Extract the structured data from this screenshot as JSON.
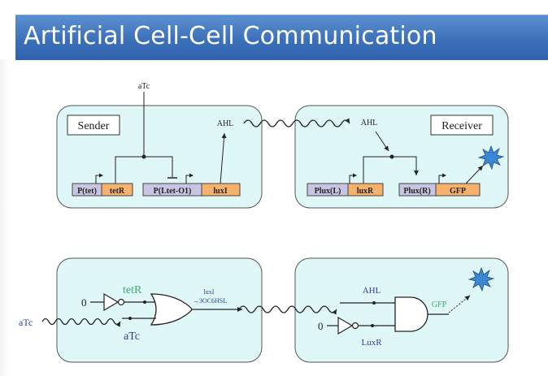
{
  "slide": {
    "title": "Artificial Cell-Cell Communication"
  },
  "top_diagram": {
    "inducer_label": "aTc",
    "sender_label": "Sender",
    "receiver_label": "Receiver",
    "signal_out_label": "AHL",
    "signal_in_label": "AHL",
    "sender_parts": [
      "P(tet)",
      "tetR",
      "P(Ltet-O1)",
      "luxI"
    ],
    "receiver_parts": [
      "Plux(L)",
      "luxR",
      "Plux(R)",
      "GFP"
    ]
  },
  "bottom_diagram": {
    "input_label": "aTc",
    "zero_left": "0",
    "tetR_label": "tetR",
    "aTc_gate_label": "aTc",
    "luxI_label": "luxI",
    "hsl_label": "→3OC6HSL",
    "ahl_label": "AHL",
    "zero_right": "0",
    "luxR_label": "LuxR",
    "gfp_label": "GFP"
  },
  "colors": {
    "title_bar": "#3a6fb8",
    "panel_fill": "#dff7f7",
    "promoter_fill": "#c9c4e2",
    "gene_fill": "#f6b26b",
    "star_fill": "#3d86d4",
    "tetR_green": "#3aae6a",
    "wire_blue": "#2d3e9a"
  }
}
